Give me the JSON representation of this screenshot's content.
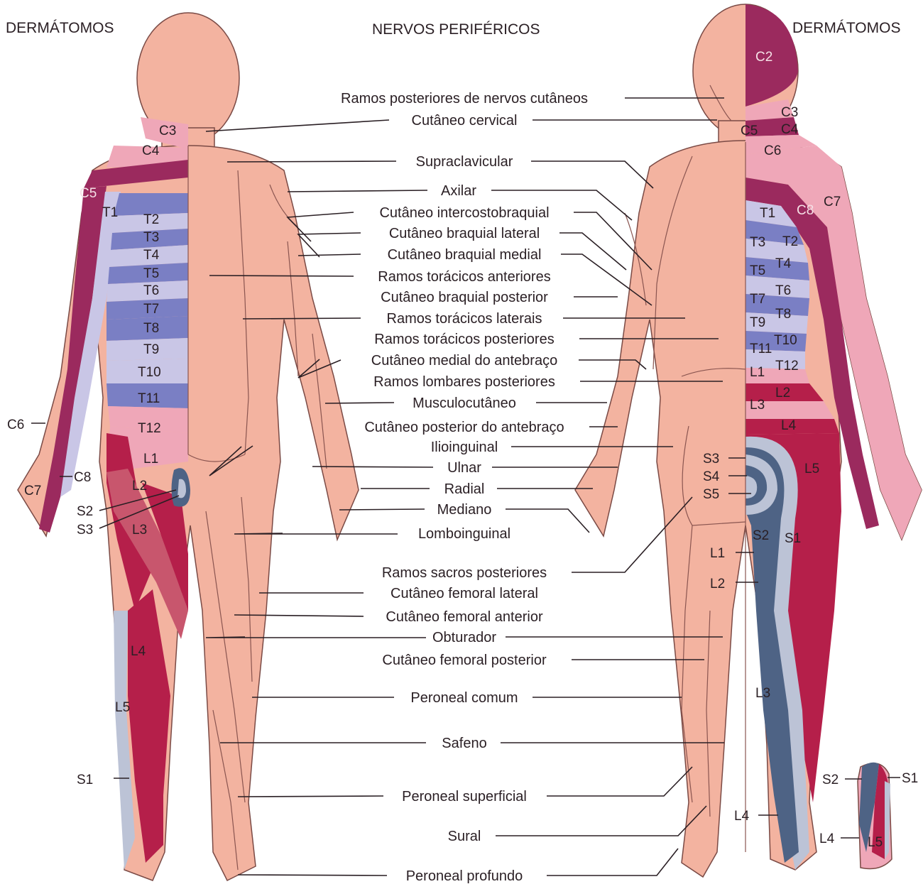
{
  "headers": {
    "left": "DERMÁTOMOS",
    "center": "NERVOS PERIFÉRICOS",
    "right": "DERMÁTOMOS"
  },
  "nerve_labels": [
    "Ramos posteriores de nervos cutâneos",
    "Cutâneo cervical",
    "Supraclavicular",
    "Axilar",
    "Cutâneo intercostobraquial",
    "Cutâneo braquial lateral",
    "Cutâneo braquial medial",
    "Ramos torácicos anteriores",
    "Cutâneo braquial posterior",
    "Ramos torácicos laterais",
    "Ramos torácicos posteriores",
    "Cutâneo medial do antebraço",
    "Ramos lombares posteriores",
    "Musculocutâneo",
    "Cutâneo posterior do antebraço",
    "Ilioinguinal",
    "Ulnar",
    "Radial",
    "Mediano",
    "Lomboinguinal",
    "Ramos sacros posteriores",
    "Cutâneo femoral lateral",
    "Cutâneo femoral anterior",
    "Obturador",
    "Cutâneo femoral posterior",
    "Peroneal comum",
    "Safeno",
    "Peroneal superficial",
    "Sural",
    "Peroneal profundo"
  ],
  "front_dermatomes": [
    "C3",
    "C4",
    "C5",
    "T1",
    "T2",
    "T3",
    "T4",
    "T5",
    "T6",
    "T7",
    "T8",
    "T9",
    "T10",
    "T11",
    "T12",
    "L1",
    "L2",
    "L3",
    "L4",
    "L5",
    "S1",
    "C6",
    "C7",
    "C8",
    "S2",
    "S3"
  ],
  "back_dermatomes": [
    "C2",
    "C3",
    "C4",
    "C5",
    "C6",
    "C7",
    "C8",
    "T1",
    "T2",
    "T3",
    "T4",
    "T5",
    "T6",
    "T7",
    "T8",
    "T9",
    "T10",
    "T11",
    "T12",
    "L1",
    "L2",
    "L3",
    "L4",
    "L5",
    "S3",
    "S4",
    "S5",
    "S2",
    "S1",
    "L1",
    "L2",
    "L3",
    "L4"
  ],
  "foot_dermatomes": [
    "S2",
    "S1",
    "L4",
    "L5"
  ],
  "colors": {
    "skin": "#f3b3a0",
    "light_pink": "#efa7b8",
    "magenta": "#9b2a5e",
    "crimson": "#b51f4a",
    "lavender": "#c9c6e6",
    "periwinkle": "#7a7fc4",
    "slate_blue": "#4e6385",
    "pale_blue": "#bcc3d6",
    "ink": "#2a1f24"
  }
}
